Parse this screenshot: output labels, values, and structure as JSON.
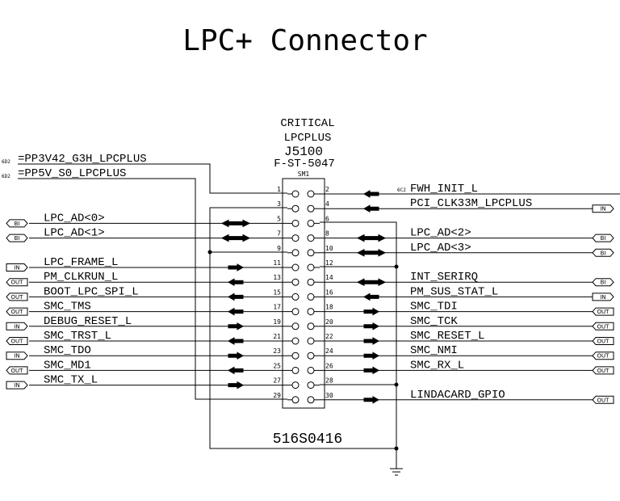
{
  "title": "LPC+ Connector",
  "part": {
    "critical": "CRITICAL",
    "lpcplus": "LPCPLUS",
    "refdes": "J5100",
    "footprint": "F-ST-5047",
    "sm": "SM1",
    "partnumber": "516S0416"
  },
  "power": [
    {
      "ref": "6D2",
      "net": "=PP3V42_G3H_LPCPLUS"
    },
    {
      "ref": "6D2",
      "net": "=PP5V_S0_LPCPLUS"
    }
  ],
  "left_nets": [
    {
      "label": "LPC_AD<0>",
      "port": "BI",
      "pin": 5
    },
    {
      "label": "LPC_AD<1>",
      "port": "BI",
      "pin": 7
    },
    {
      "label": "LPC_FRAME_L",
      "port": "IN",
      "pin": 11
    },
    {
      "label": "PM_CLKRUN_L",
      "port": "OUT",
      "pin": 13
    },
    {
      "label": "BOOT_LPC_SPI_L",
      "port": "OUT",
      "pin": 15
    },
    {
      "label": "SMC_TMS",
      "port": "OUT",
      "pin": 17
    },
    {
      "label": "DEBUG_RESET_L",
      "port": "IN",
      "pin": 19
    },
    {
      "label": "SMC_TRST_L",
      "port": "OUT",
      "pin": 21
    },
    {
      "label": "SMC_TDO",
      "port": "IN",
      "pin": 23
    },
    {
      "label": "SMC_MD1",
      "port": "OUT",
      "pin": 25
    },
    {
      "label": "SMC_TX_L",
      "port": "IN",
      "pin": 27
    }
  ],
  "right_nets": [
    {
      "label": "FWH_INIT_L",
      "ref": "6C2",
      "pin": 2
    },
    {
      "label": "PCI_CLK33M_LPCPLUS",
      "port": "IN",
      "pin": 4
    },
    {
      "label": "LPC_AD<2>",
      "port": "BI",
      "pin": 8
    },
    {
      "label": "LPC_AD<3>",
      "port": "BI",
      "pin": 10
    },
    {
      "label": "INT_SERIRQ",
      "port": "BI",
      "pin": 14
    },
    {
      "label": "PM_SUS_STAT_L",
      "port": "IN",
      "pin": 16
    },
    {
      "label": "SMC_TDI",
      "port": "OUT",
      "pin": 18
    },
    {
      "label": "SMC_TCK",
      "port": "OUT",
      "pin": 20
    },
    {
      "label": "SMC_RESET_L",
      "port": "OUT",
      "pin": 22
    },
    {
      "label": "SMC_NMI",
      "port": "OUT",
      "pin": 24
    },
    {
      "label": "SMC_RX_L",
      "port": "OUT",
      "pin": 26
    },
    {
      "label": "LINDACARD_GPIO",
      "port": "OUT",
      "pin": 30
    }
  ],
  "pin_numbers_left": [
    "1",
    "3",
    "5",
    "7",
    "9",
    "11",
    "13",
    "15",
    "17",
    "19",
    "21",
    "23",
    "25",
    "27",
    "29"
  ],
  "pin_numbers_right": [
    "2",
    "4",
    "6",
    "8",
    "10",
    "12",
    "14",
    "16",
    "18",
    "20",
    "22",
    "24",
    "26",
    "28",
    "30"
  ]
}
